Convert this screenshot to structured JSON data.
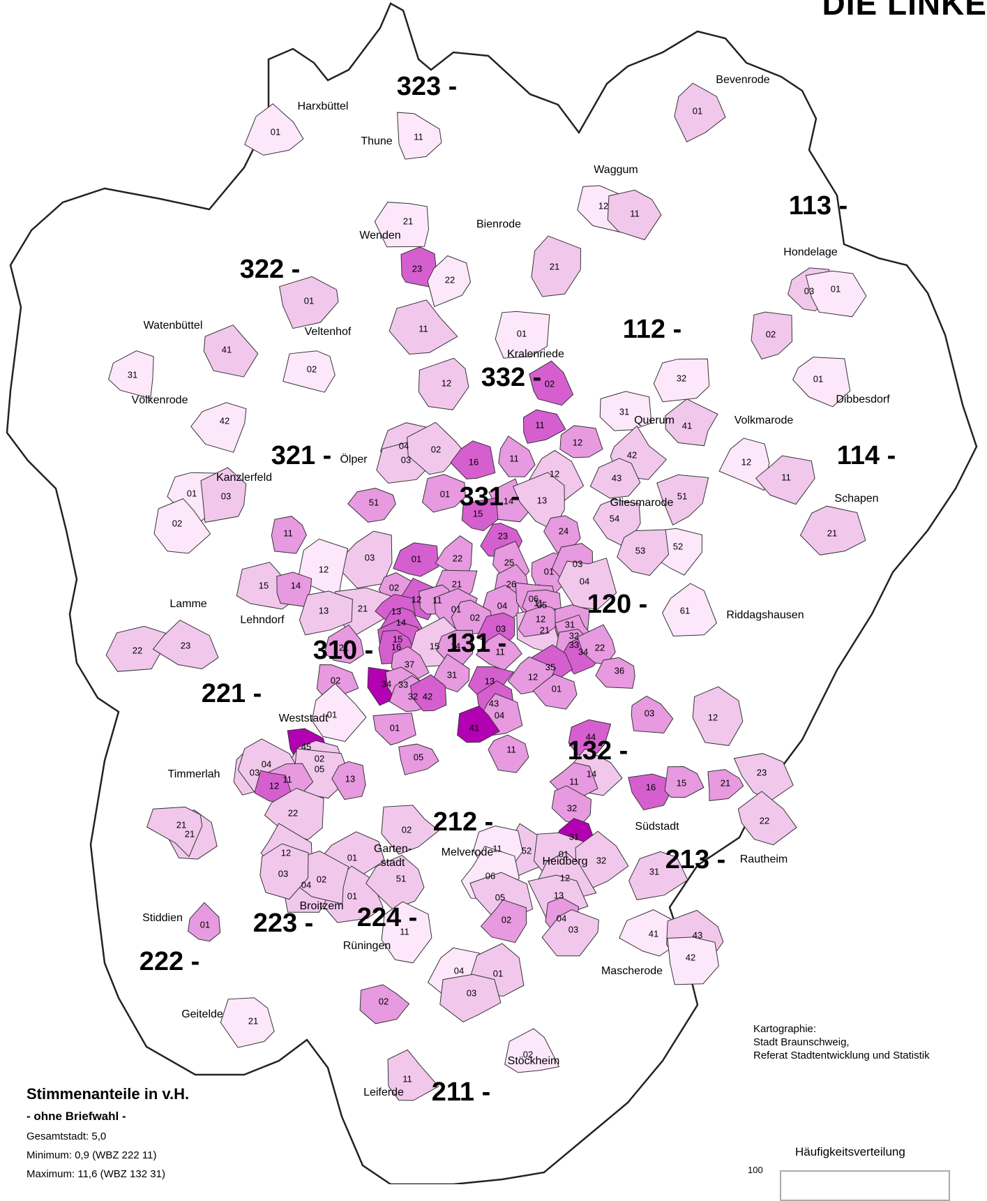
{
  "header": {
    "party": "DIE LINKE"
  },
  "colors": {
    "scale": [
      "#ffffff",
      "#fde8fb",
      "#f1c8ec",
      "#e79ae0",
      "#d65fd0",
      "#b300b3"
    ],
    "border": "#333333",
    "outer_border": "#222222"
  },
  "districts": [
    {
      "code": "323 -"
    },
    {
      "code": "113 -"
    },
    {
      "code": "322 -"
    },
    {
      "code": "112 -"
    },
    {
      "code": "332 -"
    },
    {
      "code": "321 -"
    },
    {
      "code": "114 -"
    },
    {
      "code": "331 -"
    },
    {
      "code": "120 -"
    },
    {
      "code": "310 -"
    },
    {
      "code": "131 -"
    },
    {
      "code": "221 -"
    },
    {
      "code": "132 -"
    },
    {
      "code": "212 -"
    },
    {
      "code": "213 -"
    },
    {
      "code": "223 -"
    },
    {
      "code": "224 -"
    },
    {
      "code": "222 -"
    },
    {
      "code": "211 -"
    }
  ],
  "places": [
    "Harxbüttel",
    "Thune",
    "Bevenrode",
    "Waggum",
    "Bienrode",
    "Wenden",
    "Hondelage",
    "Watenbüttel",
    "Veltenhof",
    "Kralenriede",
    "Völkenrode",
    "Querum",
    "Volkmarode",
    "Dibbesdorf",
    "Ölper",
    "Kanzlerfeld",
    "Gliesmarode",
    "Schapen",
    "Lamme",
    "Lehndorf",
    "Riddagshausen",
    "Weststadt",
    "Timmerlah",
    "Südstadt",
    "Garten-",
    "stadt",
    "Melverode",
    "Heidberg",
    "Rautheim",
    "Broitzem",
    "Stiddien",
    "Rüningen",
    "Mascherode",
    "Geitelde",
    "Stöckheim",
    "Leiferde"
  ],
  "legend": {
    "title": "Stimmenanteile in v.H.",
    "subtitle": "- ohne Briefwahl -",
    "total": "Gesamtstadt: 5,0",
    "minimum": "Minimum: 0,9 (WBZ 222 11)",
    "maximum": "Maximum: 11,6 (WBZ 132 31)"
  },
  "credit": {
    "line1": "Kartographie:",
    "line2": "Stadt Braunschweig,",
    "line3": "Referat Stadtentwicklung und Statistik"
  },
  "histogram": {
    "title": "Häufigkeitsverteilung",
    "top_tick": "100"
  },
  "precincts": [
    {
      "n": "01",
      "fill": 1
    },
    {
      "n": "11",
      "fill": 1
    },
    {
      "n": "01",
      "fill": 2
    },
    {
      "n": "12",
      "fill": 1
    },
    {
      "n": "11",
      "fill": 2
    },
    {
      "n": "21",
      "fill": 1
    },
    {
      "n": "21",
      "fill": 2
    },
    {
      "n": "23",
      "fill": 4
    },
    {
      "n": "22",
      "fill": 1
    },
    {
      "n": "03",
      "fill": 2
    },
    {
      "n": "01",
      "fill": 1
    },
    {
      "n": "01",
      "fill": 2
    },
    {
      "n": "11",
      "fill": 2
    },
    {
      "n": "01",
      "fill": 1
    },
    {
      "n": "02",
      "fill": 2
    },
    {
      "n": "41",
      "fill": 2
    },
    {
      "n": "02",
      "fill": 1
    },
    {
      "n": "31",
      "fill": 1
    },
    {
      "n": "02",
      "fill": 4
    },
    {
      "n": "12",
      "fill": 2
    },
    {
      "n": "32",
      "fill": 1
    },
    {
      "n": "01",
      "fill": 1
    },
    {
      "n": "31",
      "fill": 1
    },
    {
      "n": "41",
      "fill": 2
    },
    {
      "n": "42",
      "fill": 1
    },
    {
      "n": "11",
      "fill": 4
    },
    {
      "n": "12",
      "fill": 3
    },
    {
      "n": "04",
      "fill": 2
    },
    {
      "n": "03",
      "fill": 2
    },
    {
      "n": "02",
      "fill": 2
    },
    {
      "n": "16",
      "fill": 4
    },
    {
      "n": "11",
      "fill": 3
    },
    {
      "n": "42",
      "fill": 2
    },
    {
      "n": "12",
      "fill": 1
    },
    {
      "n": "11",
      "fill": 2
    },
    {
      "n": "01",
      "fill": 1
    },
    {
      "n": "03",
      "fill": 2
    },
    {
      "n": "12",
      "fill": 2
    },
    {
      "n": "43",
      "fill": 2
    },
    {
      "n": "51",
      "fill": 3
    },
    {
      "n": "01",
      "fill": 3
    },
    {
      "n": "14",
      "fill": 3
    },
    {
      "n": "13",
      "fill": 2
    },
    {
      "n": "51",
      "fill": 2
    },
    {
      "n": "15",
      "fill": 4
    },
    {
      "n": "54",
      "fill": 2
    },
    {
      "n": "21",
      "fill": 2
    },
    {
      "n": "02",
      "fill": 1
    },
    {
      "n": "11",
      "fill": 3
    },
    {
      "n": "24",
      "fill": 3
    },
    {
      "n": "23",
      "fill": 4
    },
    {
      "n": "52",
      "fill": 1
    },
    {
      "n": "53",
      "fill": 2
    },
    {
      "n": "03",
      "fill": 2
    },
    {
      "n": "01",
      "fill": 4
    },
    {
      "n": "22",
      "fill": 3
    },
    {
      "n": "25",
      "fill": 3
    },
    {
      "n": "01",
      "fill": 3
    },
    {
      "n": "03",
      "fill": 3
    },
    {
      "n": "12",
      "fill": 1
    },
    {
      "n": "02",
      "fill": 3
    },
    {
      "n": "04",
      "fill": 2
    },
    {
      "n": "21",
      "fill": 2
    },
    {
      "n": "15",
      "fill": 2
    },
    {
      "n": "14",
      "fill": 3
    },
    {
      "n": "21",
      "fill": 3
    },
    {
      "n": "26",
      "fill": 3
    },
    {
      "n": "13",
      "fill": 2
    },
    {
      "n": "12",
      "fill": 4
    },
    {
      "n": "11",
      "fill": 3
    },
    {
      "n": "01",
      "fill": 3
    },
    {
      "n": "04",
      "fill": 3
    },
    {
      "n": "11",
      "fill": 3
    },
    {
      "n": "06",
      "fill": 3
    },
    {
      "n": "05",
      "fill": 3
    },
    {
      "n": "61",
      "fill": 1
    },
    {
      "n": "22",
      "fill": 2
    },
    {
      "n": "23",
      "fill": 2
    },
    {
      "n": "21",
      "fill": 2
    },
    {
      "n": "13",
      "fill": 4
    },
    {
      "n": "14",
      "fill": 4
    },
    {
      "n": "02",
      "fill": 3
    },
    {
      "n": "12",
      "fill": 3
    },
    {
      "n": "03",
      "fill": 4
    },
    {
      "n": "31",
      "fill": 3
    },
    {
      "n": "32",
      "fill": 3
    },
    {
      "n": "33",
      "fill": 3
    },
    {
      "n": "34",
      "fill": 4
    },
    {
      "n": "21",
      "fill": 3
    },
    {
      "n": "15",
      "fill": 4
    },
    {
      "n": "16",
      "fill": 4
    },
    {
      "n": "15",
      "fill": 2
    },
    {
      "n": "14",
      "fill": 3
    },
    {
      "n": "11",
      "fill": 3
    },
    {
      "n": "22",
      "fill": 3
    },
    {
      "n": "35",
      "fill": 4
    },
    {
      "n": "36",
      "fill": 3
    },
    {
      "n": "37",
      "fill": 3
    },
    {
      "n": "31",
      "fill": 3
    },
    {
      "n": "13",
      "fill": 4
    },
    {
      "n": "12",
      "fill": 3
    },
    {
      "n": "01",
      "fill": 3
    },
    {
      "n": "02",
      "fill": 3
    },
    {
      "n": "34",
      "fill": 5
    },
    {
      "n": "33",
      "fill": 3
    },
    {
      "n": "32",
      "fill": 3
    },
    {
      "n": "42",
      "fill": 4
    },
    {
      "n": "43",
      "fill": 4
    },
    {
      "n": "04",
      "fill": 3
    },
    {
      "n": "03",
      "fill": 3
    },
    {
      "n": "12",
      "fill": 2
    },
    {
      "n": "01",
      "fill": 1
    },
    {
      "n": "01",
      "fill": 3
    },
    {
      "n": "41",
      "fill": 5
    },
    {
      "n": "44",
      "fill": 4
    },
    {
      "n": "11",
      "fill": 3
    },
    {
      "n": "05",
      "fill": 3
    },
    {
      "n": "45",
      "fill": 5
    },
    {
      "n": "02",
      "fill": 2
    },
    {
      "n": "03",
      "fill": 2
    },
    {
      "n": "04",
      "fill": 2
    },
    {
      "n": "05",
      "fill": 2
    },
    {
      "n": "11",
      "fill": 3
    },
    {
      "n": "12",
      "fill": 4
    },
    {
      "n": "13",
      "fill": 3
    },
    {
      "n": "16",
      "fill": 4
    },
    {
      "n": "21",
      "fill": 3
    },
    {
      "n": "14",
      "fill": 2
    },
    {
      "n": "15",
      "fill": 3
    },
    {
      "n": "23",
      "fill": 2
    },
    {
      "n": "22",
      "fill": 2
    },
    {
      "n": "22",
      "fill": 2
    },
    {
      "n": "21",
      "fill": 2
    },
    {
      "n": "11",
      "fill": 3
    },
    {
      "n": "32",
      "fill": 3
    },
    {
      "n": "31",
      "fill": 5
    },
    {
      "n": "21",
      "fill": 2
    },
    {
      "n": "12",
      "fill": 2
    },
    {
      "n": "02",
      "fill": 2
    },
    {
      "n": "01",
      "fill": 2
    },
    {
      "n": "52",
      "fill": 2
    },
    {
      "n": "01",
      "fill": 2
    },
    {
      "n": "04",
      "fill": 2
    },
    {
      "n": "02",
      "fill": 2
    },
    {
      "n": "03",
      "fill": 2
    },
    {
      "n": "51",
      "fill": 2
    },
    {
      "n": "11",
      "fill": 1
    },
    {
      "n": "06",
      "fill": 1
    },
    {
      "n": "01",
      "fill": 2
    },
    {
      "n": "32",
      "fill": 2
    },
    {
      "n": "31",
      "fill": 2
    },
    {
      "n": "12",
      "fill": 2
    },
    {
      "n": "05",
      "fill": 2
    },
    {
      "n": "13",
      "fill": 2
    },
    {
      "n": "02",
      "fill": 3
    },
    {
      "n": "04",
      "fill": 3
    },
    {
      "n": "03",
      "fill": 2
    },
    {
      "n": "11",
      "fill": 1
    },
    {
      "n": "01",
      "fill": 3
    },
    {
      "n": "41",
      "fill": 1
    },
    {
      "n": "43",
      "fill": 2
    },
    {
      "n": "42",
      "fill": 1
    },
    {
      "n": "04",
      "fill": 1
    },
    {
      "n": "01",
      "fill": 2
    },
    {
      "n": "03",
      "fill": 2
    },
    {
      "n": "02",
      "fill": 3
    },
    {
      "n": "21",
      "fill": 1
    },
    {
      "n": "11",
      "fill": 2
    },
    {
      "n": "02",
      "fill": 1
    }
  ]
}
